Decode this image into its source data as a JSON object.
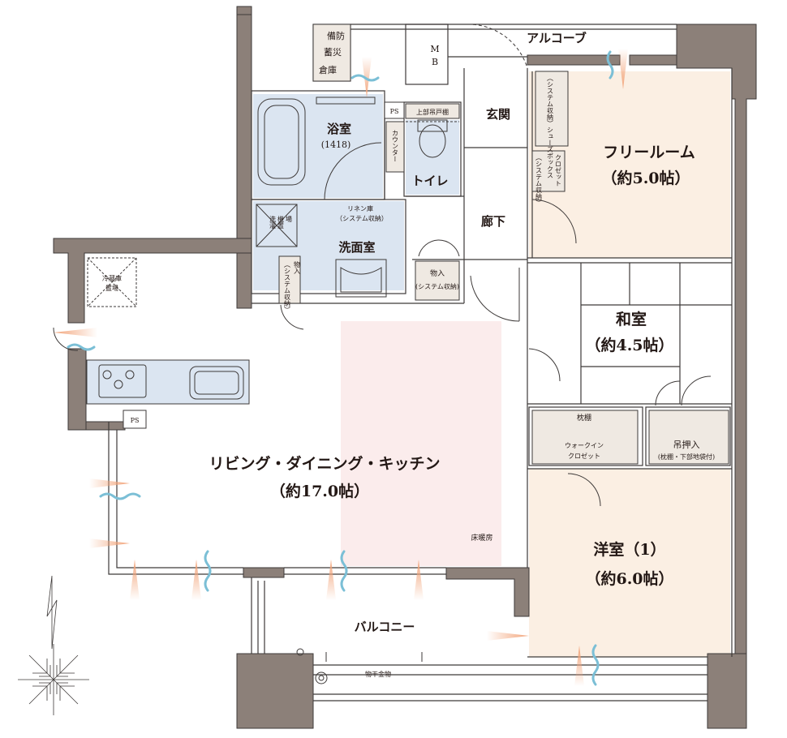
{
  "rooms": {
    "ldk": {
      "name": "リビング・ダイニング・キッチン",
      "size": "（約17.0帖）"
    },
    "free_room": {
      "name": "フリールーム",
      "size": "（約5.0帖）"
    },
    "washitsu": {
      "name": "和室",
      "size": "（約4.5帖）"
    },
    "youshitsu": {
      "name": "洋室（1）",
      "size": "（約6.0帖）"
    },
    "bath": {
      "name": "浴室",
      "size": "(1418)"
    },
    "washroom": {
      "name": "洗面室"
    },
    "toilet": {
      "name": "トイレ"
    },
    "entrance": {
      "name": "玄関"
    },
    "hallway": {
      "name": "廊下"
    },
    "balcony": {
      "name": "バルコニー"
    },
    "alcove": {
      "name": "アルコーブ"
    }
  },
  "storage": {
    "bousai_line1": "備防",
    "bousai_line2": "蓄災",
    "bousai_line3": "倉庫",
    "mb_line1": "M",
    "mb_line2": "B",
    "ps_upper": "PS",
    "ps_lower": "PS",
    "upper_cabinet": "上部吊戸棚",
    "counter": "カウンター",
    "shoes_box": "（システム収納）シューズボックス",
    "closet": "クロゼット",
    "closet_sub": "（システム収納）",
    "linen": "リネン庫",
    "linen_sub": "（システム収納）",
    "washer_line1": "洗濯",
    "washer_line2": "機置",
    "washer_line3": "場",
    "mono_left": "物入",
    "mono_left_sub": "（システム収納）",
    "mono_right": "物入",
    "mono_right_sub": "(システム収納)",
    "fridge_line1": "冷蔵庫",
    "fridge_line2": "置場",
    "pillow_shelf": "枕棚",
    "wic_line1": "ウォークイン",
    "wic_line2": "クロゼット",
    "tsuri": "吊押入",
    "tsuri_sub": "(枕棚・下部地袋付)"
  },
  "annotations": {
    "floor_heating": "床暖房",
    "laundry_hardware": "物干金物"
  },
  "colors": {
    "wall": "#8c8079",
    "wall_outline": "#3e3a39",
    "wet_area": "#dbe5f1",
    "bedroom_floor": "#fbefe3",
    "floor_heating": "#fbecec",
    "storage_fill": "#efe9e2",
    "arrow_orange": "#f2a47a",
    "arrow_blue": "#7bbfd6"
  }
}
